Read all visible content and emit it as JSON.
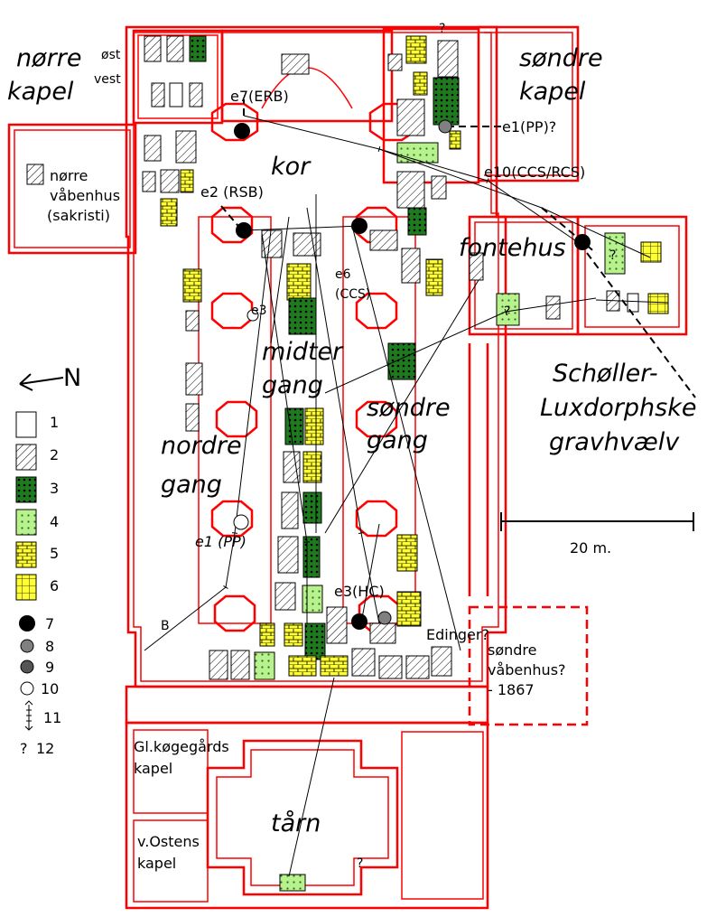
{
  "labels": {
    "norre_kapel_line1": "nørre",
    "norre_kapel_line2": "kapel",
    "ost": "øst",
    "vest": "vest",
    "sondre_kapel_line1": "søndre",
    "sondre_kapel_line2": "kapel",
    "norre_vabenhus_line1": "nørre",
    "norre_vabenhus_line2": "våbenhus",
    "norre_vabenhus_line3": "(sakristi)",
    "kor": "kor",
    "fontehus": "fontehus",
    "midtergang_line1": "midter",
    "midtergang_line2": "gang",
    "nordre_gang_line1": "nordre",
    "nordre_gang_line2": "gang",
    "sondre_gang_line1": "søndre",
    "sondre_gang_line2": "gang",
    "scholler_line1": "Schøller-",
    "scholler_line2": "Luxdorphske",
    "scholler_line3": "gravhvælv",
    "sondre_vabenhus_line1": "søndre",
    "sondre_vabenhus_line2": "våbenhus?",
    "sondre_vabenhus_line3": "- 1867",
    "gl_kogegards_line1": "Gl.køgegårds",
    "gl_kogegards_line2": "kapel",
    "v_ostens_line1": "v.Ostens",
    "v_ostens_line2": "kapel",
    "taarn": "tårn",
    "north": "N",
    "scale": "20 m.",
    "edinger": "Edinger?",
    "b": "B",
    "q_top": "?",
    "q_tower": "?",
    "q_fonte1": "?",
    "q_fonte2": "?"
  },
  "markers": {
    "e7": "e7(ERB)",
    "e1_pp_top": "e1(PP)?",
    "e10": "e10(CCS/RCS)",
    "e2": "e2 (RSB)",
    "e6_line1": "e6",
    "e6_line2": "(CCS)",
    "e3_small": "e3",
    "e1_pp": "e1 (PP)",
    "e3_hc": "e3(HC)"
  },
  "legend": [
    {
      "num": "1",
      "kind": "plain"
    },
    {
      "num": "2",
      "kind": "hatched"
    },
    {
      "num": "3",
      "kind": "dark-green-dotted"
    },
    {
      "num": "4",
      "kind": "light-green-dotted"
    },
    {
      "num": "5",
      "kind": "yellow-brick"
    },
    {
      "num": "6",
      "kind": "yellow-grid"
    },
    {
      "num": "7",
      "kind": "black-dot"
    },
    {
      "num": "8",
      "kind": "grey-dot"
    },
    {
      "num": "9",
      "kind": "dark-grey-dot"
    },
    {
      "num": "10",
      "kind": "open-dot"
    },
    {
      "num": "11",
      "kind": "transect-arrow"
    },
    {
      "num": "12",
      "kind": "question-mark",
      "symbol": "?"
    }
  ],
  "colors": {
    "wall": "#ff0000",
    "dark_green": "#1f7a1f",
    "light_green": "#b8f28c",
    "yellow": "#ffff33"
  }
}
